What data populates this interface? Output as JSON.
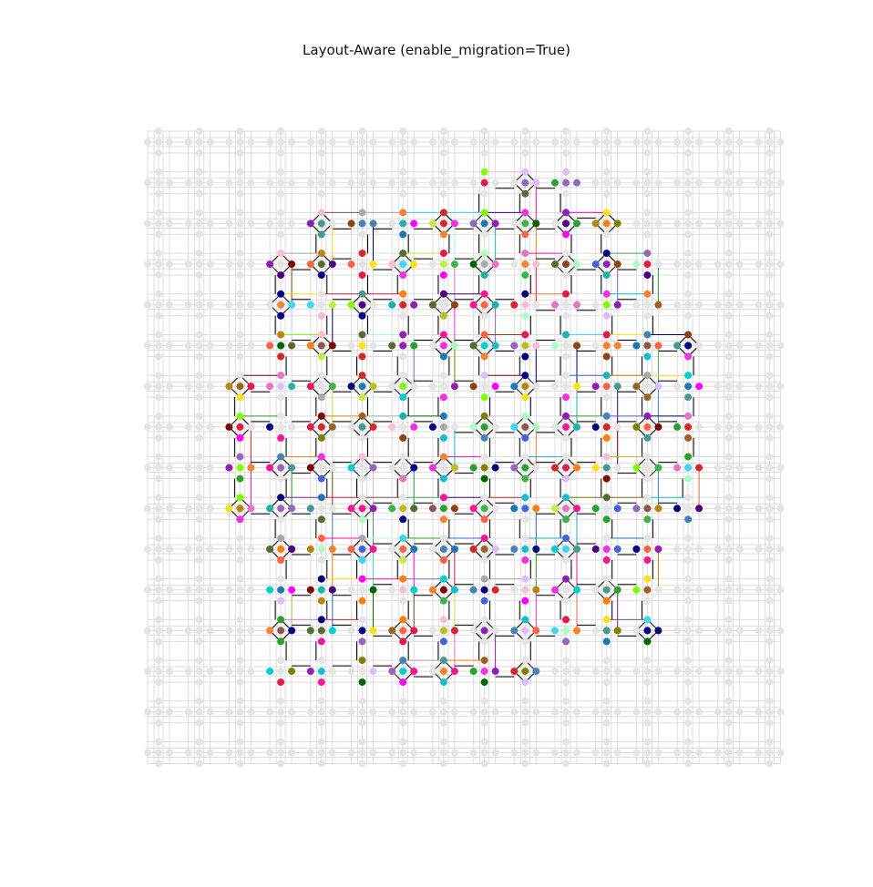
{
  "title": "Layout-Aware (enable_migration=True)",
  "grid": {
    "rows": 16,
    "cols": 16,
    "inactive_color": "#e4e4e4",
    "edge_color": "#dddddd",
    "active_edge_color": "#000000"
  },
  "active_region": {
    "row_spans": [
      {
        "row": 1,
        "from": 8,
        "to": 10
      },
      {
        "row": 2,
        "from": 4,
        "to": 11
      },
      {
        "row": 3,
        "from": 3,
        "to": 12
      },
      {
        "row": 4,
        "from": 3,
        "to": 12
      },
      {
        "row": 5,
        "from": 3,
        "to": 13
      },
      {
        "row": 6,
        "from": 2,
        "to": 13
      },
      {
        "row": 7,
        "from": 2,
        "to": 13
      },
      {
        "row": 8,
        "from": 2,
        "to": 13
      },
      {
        "row": 9,
        "from": 2,
        "to": 13
      },
      {
        "row": 10,
        "from": 3,
        "to": 12
      },
      {
        "row": 11,
        "from": 3,
        "to": 12
      },
      {
        "row": 12,
        "from": 3,
        "to": 12
      },
      {
        "row": 13,
        "from": 3,
        "to": 9
      }
    ]
  },
  "palette": [
    "#e6194b",
    "#3cb44b",
    "#ffe119",
    "#4363d8",
    "#f58231",
    "#911eb4",
    "#42d4f4",
    "#f032e6",
    "#bfef45",
    "#fabed4",
    "#469990",
    "#dcbeff",
    "#9a6324",
    "#800000",
    "#aaffc3",
    "#808000",
    "#000075",
    "#a9a9a9",
    "#ff7f0e",
    "#2ca02c",
    "#d62728",
    "#9467bd",
    "#8c564b",
    "#e377c2",
    "#17becf",
    "#bcbd22",
    "#1f77b4",
    "#ff00ff",
    "#00ced1",
    "#8b4513",
    "#556b2f",
    "#ff1493",
    "#00008b",
    "#006400",
    "#b8860b",
    "#4b0082",
    "#20b2aa",
    "#ff6347",
    "#7fff00",
    "#4682b4"
  ]
}
